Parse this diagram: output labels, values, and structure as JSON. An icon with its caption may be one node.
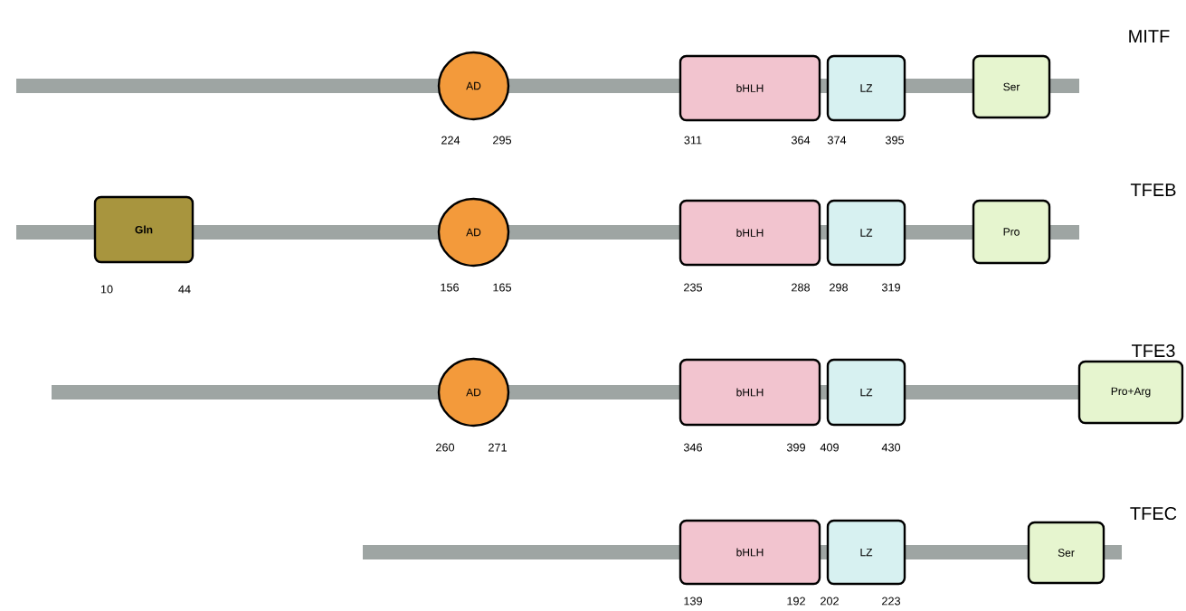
{
  "diagram": {
    "nodes": [
      {
        "text": [],
        "shape": "bar"
      },
      {
        "text": [
          "AD"
        ],
        "beside": [
          "224",
          "295"
        ]
      },
      {
        "text": [
          "bHLH"
        ],
        "beside": [
          "311",
          "364"
        ]
      },
      {
        "text": [
          "LZ"
        ],
        "beside": [
          "374",
          "395"
        ]
      },
      {
        "text": [
          "Ser"
        ]
      },
      {
        "text": [],
        "shape": "bar"
      },
      {
        "text": [
          "Gln"
        ],
        "beside": [
          "10",
          "44"
        ]
      },
      {
        "text": [
          "AD"
        ],
        "beside": [
          "156",
          "165"
        ]
      },
      {
        "text": [
          "bHLH"
        ],
        "beside": [
          "235",
          "288"
        ]
      },
      {
        "text": [
          "LZ"
        ],
        "beside": [
          "298",
          "319"
        ]
      },
      {
        "text": [
          "Pro"
        ]
      },
      {
        "text": [],
        "shape": "bar"
      },
      {
        "text": [
          "AD"
        ],
        "beside": [
          "260",
          "271"
        ]
      },
      {
        "text": [
          "bHLH"
        ],
        "beside": [
          "346",
          "399"
        ]
      },
      {
        "text": [
          "LZ"
        ],
        "beside": [
          "409",
          "430"
        ]
      },
      {
        "text": [
          "Pro+Arg"
        ]
      },
      {
        "text": [],
        "shape": "bar"
      },
      {
        "text": [
          "bHLH"
        ],
        "beside": [
          "139",
          "192"
        ]
      },
      {
        "text": [
          "LZ"
        ],
        "beside": [
          "202",
          "223"
        ]
      },
      {
        "text": [
          "Ser"
        ]
      }
    ],
    "labels": [
      "MITF",
      "TFEB",
      "TFE3",
      "TFEC"
    ]
  }
}
